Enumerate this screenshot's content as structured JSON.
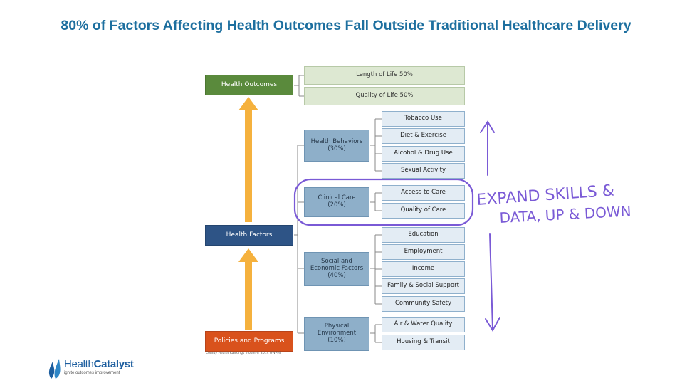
{
  "title": "80% of Factors Affecting Health Outcomes Fall Outside Traditional Healthcare Delivery",
  "diagram": {
    "health_outcomes": "Health Outcomes",
    "length_of_life": "Length of Life 50%",
    "quality_of_life": "Quality of Life 50%",
    "health_factors": "Health Factors",
    "policies_and_programs": "Policies and Programs",
    "health_behaviors": {
      "label": "Health Behaviors",
      "pct": "(30%)"
    },
    "clinical_care": {
      "label": "Clinical Care",
      "pct": "(20%)"
    },
    "social_economic": {
      "line1": "Social and",
      "line2": "Economic Factors",
      "pct": "(40%)"
    },
    "physical_env": {
      "line1": "Physical",
      "line2": "Environment",
      "pct": "(10%)"
    },
    "leaves": {
      "tobacco": "Tobacco Use",
      "diet": "Diet & Exercise",
      "alcohol": "Alcohol & Drug Use",
      "sexual": "Sexual Activity",
      "access": "Access to Care",
      "quality_care": "Quality of Care",
      "education": "Education",
      "employment": "Employment",
      "income": "Income",
      "family": "Family & Social Support",
      "community": "Community Safety",
      "air_water": "Air & Water Quality",
      "housing": "Housing & Transit"
    },
    "source_caption": "County Health Rankings model © 2014 UWPHI"
  },
  "annotation": {
    "line1": "EXPAND SKILLS &",
    "line2": "DATA, UP & DOWN",
    "color": "#7a5ad6"
  },
  "logo": {
    "name_part1": "Health",
    "name_part2": "Catalyst",
    "tagline": "ignite outcomes improvement",
    "color": "#1d5e9f"
  }
}
